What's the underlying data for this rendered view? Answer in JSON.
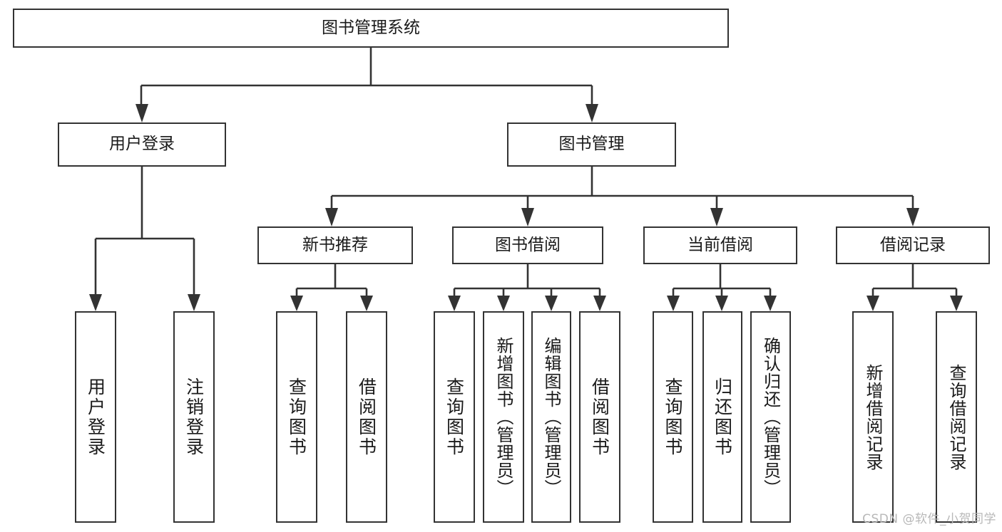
{
  "diagram": {
    "title": "图书管理系统",
    "type": "hierarchy-tree",
    "root": {
      "label": "图书管理系统"
    },
    "level2": [
      {
        "label": "用户登录"
      },
      {
        "label": "图书管理"
      }
    ],
    "level3": [
      {
        "label": "新书推荐"
      },
      {
        "label": "图书借阅"
      },
      {
        "label": "当前借阅"
      },
      {
        "label": "借阅记录"
      }
    ],
    "leaves": {
      "user_login": [
        {
          "label": "用户登录"
        },
        {
          "label": "注销登录"
        }
      ],
      "new_book_recommend": [
        {
          "label": "查询图书"
        },
        {
          "label": "借阅图书"
        }
      ],
      "book_borrow": [
        {
          "label": "查询图书"
        },
        {
          "label": "新增图书（管理员）"
        },
        {
          "label": "编辑图书（管理员）"
        },
        {
          "label": "借阅图书"
        }
      ],
      "current_borrow": [
        {
          "label": "查询图书"
        },
        {
          "label": "归还图书"
        },
        {
          "label": "确认归还（管理员）"
        }
      ],
      "borrow_record": [
        {
          "label": "新增借阅记录"
        },
        {
          "label": "查询借阅记录"
        }
      ]
    }
  },
  "watermark": {
    "text": "CSDN @软件_小贺同学"
  },
  "colors": {
    "stroke": "#333333",
    "background": "#ffffff",
    "text": "#1a1a1a",
    "watermark": "#b8b8b8"
  }
}
